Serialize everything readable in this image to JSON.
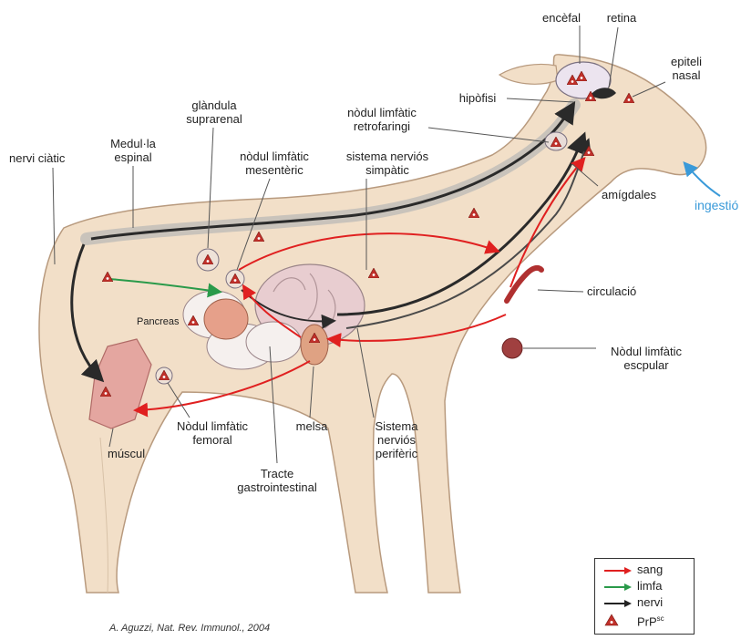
{
  "labels": {
    "encefal": "encèfal",
    "retina": "retina",
    "epiteli_nasal_1": "epiteli",
    "epiteli_nasal_2": "nasal",
    "hipofisi": "hipòfisi",
    "node_retro_1": "nòdul limfàtic",
    "node_retro_2": "retrofaringi",
    "glandula_1": "glàndula",
    "glandula_2": "suprarenal",
    "medulla_1": "Medul·la",
    "medulla_2": "espinal",
    "nervi_ciatic": "nervi ciàtic",
    "node_mes_1": "nòdul limfàtic",
    "node_mes_2": "mesentèric",
    "simpatic_1": "sistema nerviós",
    "simpatic_2": "simpàtic",
    "amigdales": "amígdales",
    "ingestio": "ingestió",
    "circulacio": "circulació",
    "pancreas": "Pancreas",
    "escapular_1": "Nòdul limfàtic",
    "escapular_2": "escpular",
    "femoral_1": "Nòdul limfàtic",
    "femoral_2": "femoral",
    "melsa": "melsa",
    "periferic_1": "Sistema",
    "periferic_2": "nerviós",
    "periferic_3": "perifèric",
    "muscul": "múscul",
    "tracte_1": "Tracte",
    "tracte_2": "gastrointestinal"
  },
  "legend": {
    "items": [
      {
        "label": "sang",
        "color": "#e02020",
        "kind": "arrow"
      },
      {
        "label": "limfa",
        "color": "#2a9a4a",
        "kind": "arrow"
      },
      {
        "label": "nervi",
        "color": "#222222",
        "kind": "arrow"
      },
      {
        "label": "PrP",
        "sup": "sc",
        "color": "#c0302a",
        "kind": "triangle"
      }
    ]
  },
  "citation": "A. Aguzzi, Nat. Rev. Immunol., 2004",
  "colors": {
    "body_fill": "#f2dfc8",
    "body_stroke": "#b89a7e",
    "blood": "#e02020",
    "lymph": "#2a9a4a",
    "nerve": "#2a2a2a",
    "prion": "#c0302a",
    "ingest_arrow": "#3a9ad9"
  }
}
